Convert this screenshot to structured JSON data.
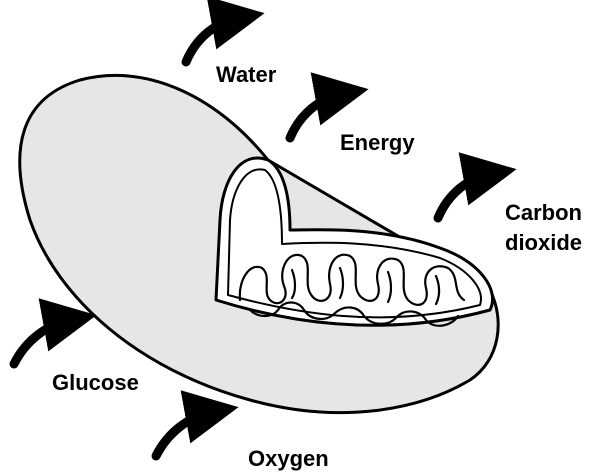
{
  "diagram": {
    "outputs": {
      "water": "Water",
      "energy": "Energy",
      "carbon_line1": "Carbon",
      "carbon_line2": "dioxide"
    },
    "inputs": {
      "glucose": "Glucose",
      "oxygen": "Oxygen"
    },
    "colors": {
      "outer_membrane": "#e6e6e6",
      "inner_cavity": "#ffffff",
      "stroke": "#000000"
    },
    "icons": {
      "arrow": "curved-arrow-icon"
    }
  }
}
